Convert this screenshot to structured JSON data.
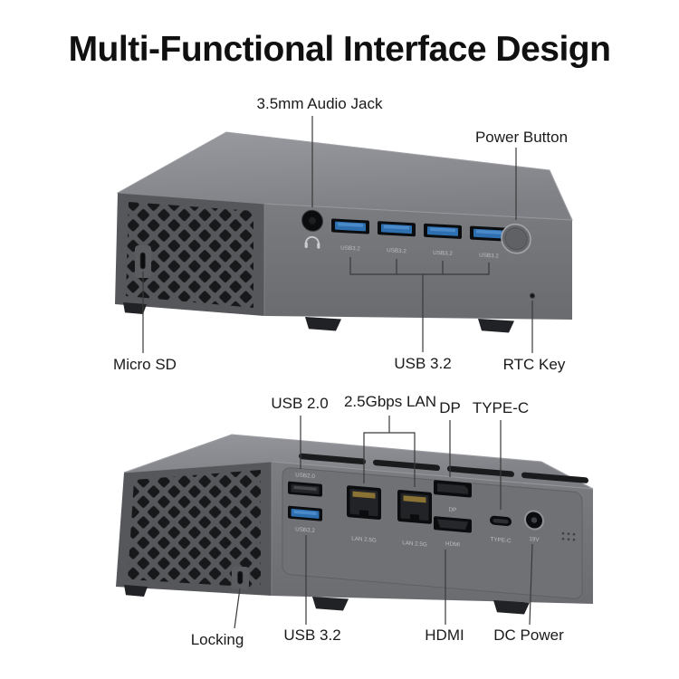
{
  "title": "Multi-Functional Interface Design",
  "front_view": {
    "callouts": {
      "audio_jack": "3.5mm Audio Jack",
      "power_button": "Power Button",
      "micro_sd": "Micro SD",
      "usb32": "USB 3.2",
      "rtc_key": "RTC Key"
    },
    "port_labels": {
      "usb1": "USB3.2",
      "usb2": "USB3.2",
      "usb3": "USB3.2",
      "usb4": "USB3.2"
    }
  },
  "rear_view": {
    "callouts": {
      "usb20": "USB 2.0",
      "lan": "2.5Gbps LAN",
      "dp": "DP",
      "type_c": "TYPE-C",
      "locking": "Locking",
      "usb32": "USB 3.2",
      "hdmi": "HDMI",
      "dc_power": "DC Power"
    },
    "port_labels": {
      "usb20": "USB2.0",
      "usb32": "USB3.2",
      "lan1": "LAN 2.5G",
      "lan2": "LAN 2.5G",
      "dp": "DP",
      "hdmi": "HDMI",
      "type_c": "TYPE-C",
      "dc": "19V"
    }
  },
  "colors": {
    "background": "#ffffff",
    "title_text": "#101010",
    "label_text": "#1a1a1a",
    "leader_line": "#3a3a3a",
    "usb_blue": "#2e6fb0",
    "chassis_top": "#8d8f94",
    "chassis_front": "#74767a",
    "chassis_side": "#55575b",
    "vent_hole": "#17181a"
  }
}
